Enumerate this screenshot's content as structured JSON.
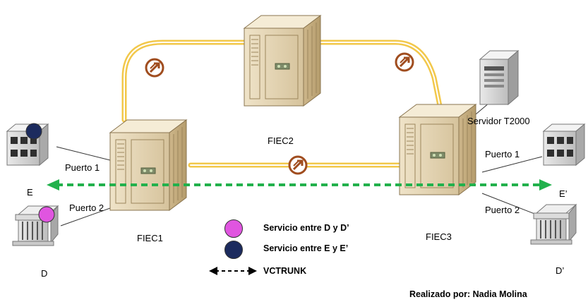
{
  "nodes": {
    "fiec1": "FIEC1",
    "fiec2": "FIEC2",
    "fiec3": "FIEC3",
    "server": "Servidor T2000",
    "site_e": "E",
    "site_d": "D",
    "site_e_prime": "E’",
    "site_d_prime": "D’"
  },
  "ports": {
    "fiec1_port1": "Puerto 1",
    "fiec1_port2": "Puerto 2",
    "fiec3_port1": "Puerto 1",
    "fiec3_port2": "Puerto 2"
  },
  "legend": {
    "service_d": "Servicio entre D y D’",
    "service_e": "Servicio entre E y E’",
    "vctrunk": "VCTRUNK"
  },
  "credit": "Realizado por: Nadia Molina",
  "colors": {
    "ring": "#f2c84b",
    "vctrunk": "#22b14c",
    "service_d": "#e055e0",
    "service_e": "#1c2b5e",
    "link_icon": "#a04d1f"
  }
}
